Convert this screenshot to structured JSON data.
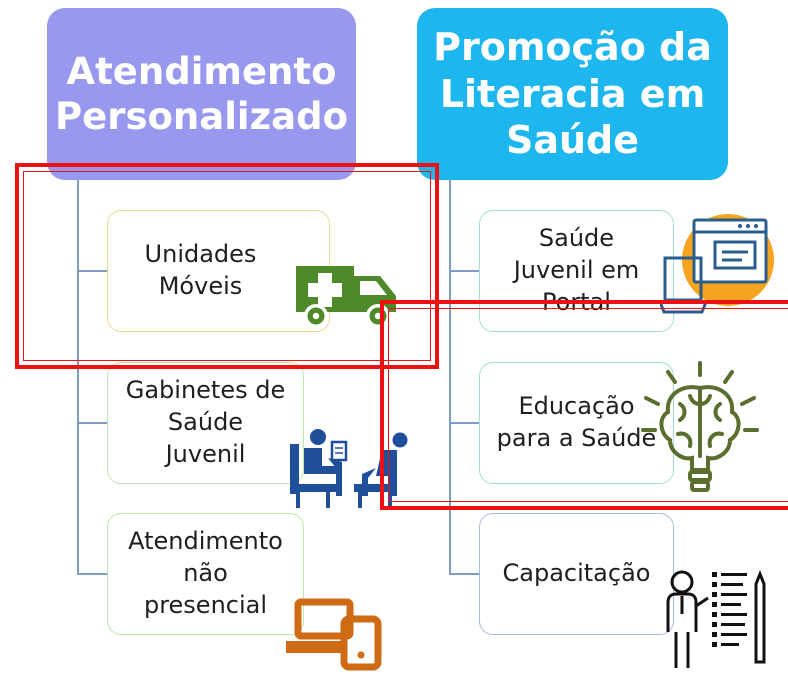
{
  "columns": [
    {
      "header_lines": [
        "Atendimento",
        "Personalizado"
      ],
      "header_color": "#9898ef",
      "items": [
        {
          "lines": [
            "Unidades",
            "Móveis"
          ],
          "icon": "ambulance-van-icon",
          "border_color": "#f0d890"
        },
        {
          "lines": [
            "Gabinetes de",
            "Saúde",
            "Juvenil"
          ],
          "icon": "consultation-icon",
          "border_color": "#bde8a6"
        },
        {
          "lines": [
            "Atendimento",
            "não",
            "presencial"
          ],
          "icon": "laptop-tablet-icon",
          "border_color": "#bde8a6"
        }
      ]
    },
    {
      "header_lines": [
        "Promoção da",
        "Literacia em",
        "Saúde"
      ],
      "header_color": "#1eb6ee",
      "items": [
        {
          "lines": [
            "Saúde",
            "Juvenil em",
            "Portal"
          ],
          "icon": "web-portal-laptop-icon",
          "border_color": "#a0ded6"
        },
        {
          "lines": [
            "Educação",
            "para a Saúde"
          ],
          "icon": "brain-lightbulb-icon",
          "border_color": "#a0ded6"
        },
        {
          "lines": [
            "Capacitação"
          ],
          "icon": "trainer-checklist-icon",
          "border_color": "#a6bddf"
        }
      ]
    }
  ],
  "colors": {
    "connector": "#7f9cc6",
    "highlight": "#ee1111",
    "ambulance": "#4f8a2a",
    "consult": "#1f4e9a",
    "device": "#cf6b14",
    "portal_circle": "#f5a41f",
    "portal_line": "#2b5d8c",
    "brain": "#5a6e2e"
  }
}
